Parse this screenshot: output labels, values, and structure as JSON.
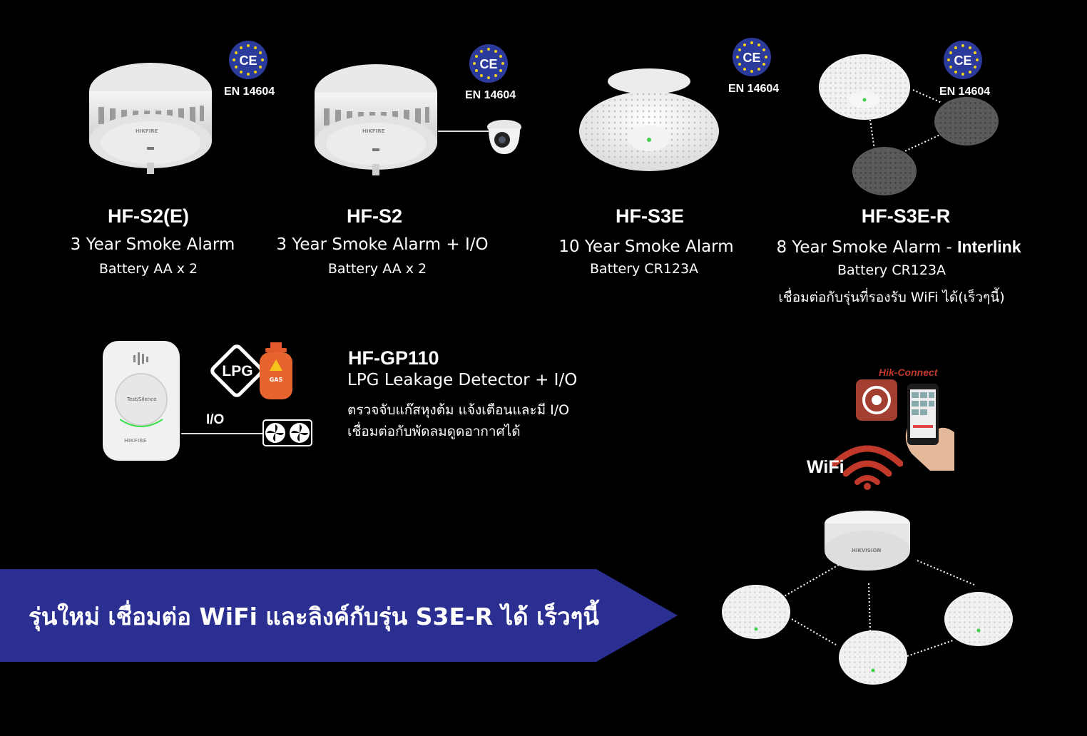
{
  "products": [
    {
      "model": "HF-S2(E)",
      "desc": "3 Year Smoke Alarm",
      "battery": "Battery AA x 2",
      "cert": "EN 14604"
    },
    {
      "model": "HF-S2",
      "desc": "3 Year Smoke Alarm + I/O",
      "battery": "Battery AA x 2",
      "cert": "EN 14604"
    },
    {
      "model": "HF-S3E",
      "desc": "10 Year Smoke Alarm",
      "battery": "Battery CR123A",
      "cert": "EN 14604"
    },
    {
      "model": "HF-S3E-R",
      "desc_prefix": "8 Year Smoke Alarm - ",
      "desc_bold": "Interlink",
      "battery": "Battery CR123A",
      "note": "เชื่อมต่อกับรุ่นที่รองรับ WiFi ได้(เร็วๆนี้)",
      "cert": "EN 14604"
    }
  ],
  "gas": {
    "model": "HF-GP110",
    "desc": "LPG Leakage Detector + I/O",
    "line1": "ตรวจจับแก๊สหุงต้ม แจ้งเตือนและมี I/O",
    "line2": "เชื่อมต่อกับพัดลมดูดอากาศได้",
    "io_label": "I/O",
    "lpg_label": "LPG",
    "gas_label": "GAS",
    "device_brand": "HIKFIRE",
    "device_button": "Test/Silence"
  },
  "device_brand": "HIKFIRE",
  "wifi": {
    "label": "WiFi",
    "app": "Hik-Connect",
    "hub_brand": "HIKVISION"
  },
  "banner": {
    "text": "รุ่นใหม่ เชื่อมต่อ WiFi และลิงค์กับรุ่น S3E-R ได้ เร็วๆนี้",
    "color": "#2b2f91"
  },
  "ce_mark": "CE"
}
